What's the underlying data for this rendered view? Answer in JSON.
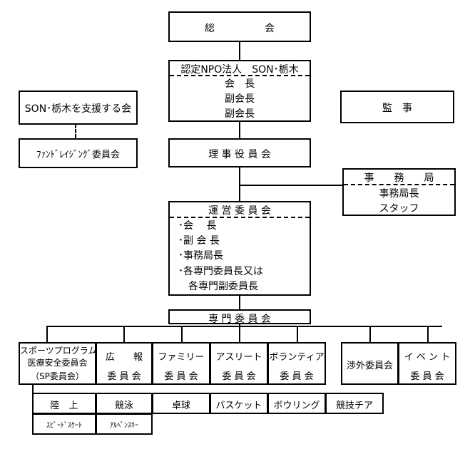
{
  "general_meeting": "総　　　　　会",
  "npo": {
    "name": "認定NPO法人　SON･栃木",
    "president": "会　長",
    "vice1": "副会長",
    "vice2": "副会長"
  },
  "support_assoc": "SON･栃木を支援する会",
  "fundraising": "ﾌｧﾝﾄﾞﾚｲｼﾞﾝｸﾞ委員会",
  "auditor": "監　事",
  "board": "理 事 役 員 会",
  "secretariat": {
    "title": "事　　務　　局",
    "head": "事務局長",
    "staff": "スタッフ"
  },
  "operating": {
    "title": "運 営 委 員 会",
    "items": [
      "･会　 長",
      "･副 会 長",
      "･事務局長",
      "･各専門委員長又は",
      "　各専門副委員長"
    ]
  },
  "special_committees": "専 門 委 員 会",
  "committees": {
    "sp_line1": "スポーツプログラム",
    "sp_line2": "医療安全委員会",
    "sp_line3": "（SP委員会）",
    "pr_line1": "広　　報",
    "pr_line2": "委 員 会",
    "family_line1": "ファミリー",
    "family_line2": "委 員 会",
    "athlete_line1": "アスリート",
    "athlete_line2": "委 員 会",
    "volunteer_line1": "ボランティア",
    "volunteer_line2": "委 員 会",
    "external": "渉外委員会",
    "event_line1": "イ ベ ン ト",
    "event_line2": "委 員 会"
  },
  "sports_row1": [
    "陸　上",
    "競泳",
    "卓球",
    "バスケット",
    "ボウリング",
    "競技チア"
  ],
  "sports_row2": [
    "ｽﾋﾟｰﾄﾞｽｹｰﾄ",
    "ｱﾙﾍﾟﾝｽｷｰ"
  ]
}
